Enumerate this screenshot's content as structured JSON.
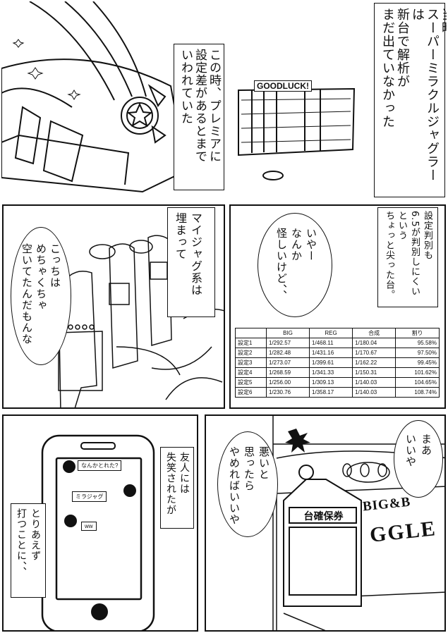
{
  "panel1": {
    "narration_right": [
      "当時",
      "スーパーミラクルジャグラーは",
      "新台で解析が",
      "まだ出ていなかった"
    ],
    "narration_left": [
      "この時、プレミアに",
      "設定差があるとまで",
      "いわれていた"
    ],
    "reel_sign": "GOODLUCK!"
  },
  "panel2": {
    "narration": [
      "マイジャグ系は",
      "埋まって"
    ],
    "bubble": [
      "こっちは",
      "めちゃくちゃ",
      "空いてたんだもんな"
    ]
  },
  "panel3": {
    "narration": [
      "設定判別も",
      "6.5が判別しにくい",
      "という",
      "ちょっと尖った台。"
    ],
    "bubble": [
      "いやー",
      "なんか",
      "怪しいけど、、"
    ],
    "table": {
      "headers": [
        "",
        "BIG",
        "REG",
        "合成",
        "割り"
      ],
      "rows": [
        [
          "設定1",
          "1/292.57",
          "1/468.11",
          "1/180.04",
          "95.58%"
        ],
        [
          "設定2",
          "1/282.48",
          "1/431.16",
          "1/170.67",
          "97.50%"
        ],
        [
          "設定3",
          "1/273.07",
          "1/399.61",
          "1/162.22",
          "99.45%"
        ],
        [
          "設定4",
          "1/268.59",
          "1/341.33",
          "1/150.31",
          "101.62%"
        ],
        [
          "設定5",
          "1/256.00",
          "1/309.13",
          "1/140.03",
          "104.65%"
        ],
        [
          "設定6",
          "1/230.76",
          "1/358.17",
          "1/140.03",
          "108.74%"
        ]
      ]
    }
  },
  "panel4": {
    "chat": [
      "なんかとれた?",
      "ミラジャグ",
      "ww"
    ],
    "narration_top": [
      "友人には",
      "失笑されたが"
    ],
    "narration_bottom": [
      "とりあえず",
      "打つことに、、"
    ]
  },
  "panel5": {
    "bubble_right": [
      "まあ",
      "いいや"
    ],
    "bubble_left": [
      "悪いと",
      "思ったら",
      "やめればいいや"
    ],
    "tag": "台確保券",
    "machine_text_1": "BIG&B",
    "machine_text_2": "GGLE"
  }
}
